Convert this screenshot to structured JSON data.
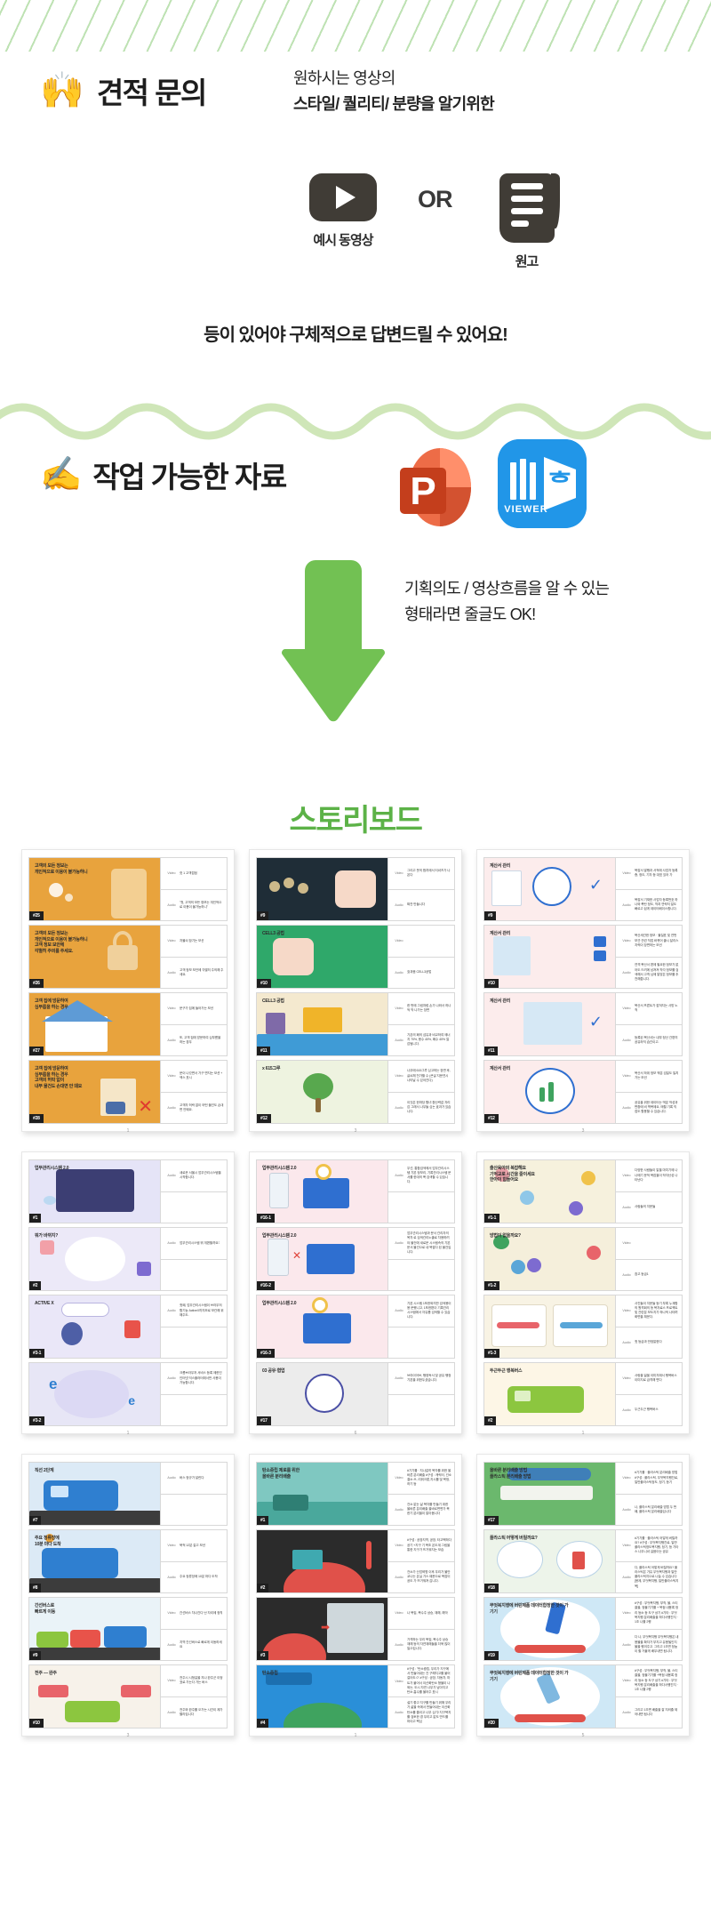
{
  "section1": {
    "icon": "raising-hands-emoji",
    "emoji": "🙌",
    "title": "견적 문의",
    "sub_line1": "원하시는 영상의",
    "sub_line2": "스타일/ 퀄리티/ 분량을 알기위한",
    "video_caption": "예시 동영상",
    "or_label": "OR",
    "doc_caption": "원고",
    "bottom_copy": "등이 있어야 구체적으로 답변드릴 수 있어요!"
  },
  "section2": {
    "icon": "writing-hand-emoji",
    "emoji": "✍️",
    "title": "작업 가능한 자료",
    "ppt_letter": "P",
    "hwp_label": "VIEWER",
    "hwp_letter": "ᄒ",
    "arrow_line1": "기획의도 / 영상흐름을 알 수 있는",
    "arrow_line2": "형태라면 줄글도 OK!"
  },
  "storyboard": {
    "title": "스토리보드",
    "pages": [
      {
        "page_number": "1",
        "theme": "orange",
        "rows": [
          {
            "badge": "#25",
            "thumb": {
              "bg": "#e8a33d",
              "kind": "phone",
              "caption": "고객의 모든 정보는\n개인적으로 이용이 불가능하니"
            },
            "cells": [
              {
                "label": "Video",
                "text": "컷 1 고객접점"
              },
              {
                "label": "Audio",
                "text": "\"첫, 고객의 모든 정보는 개인적으로 이용이 불가능하니\""
              }
            ]
          },
          {
            "badge": "#26",
            "thumb": {
              "bg": "#e8a33d",
              "kind": "lock",
              "caption": "고객의 모든 정보는\n개인적으로 이용이 불가능하니\n고객 정보 보안에\n각별히 주의를 주세요."
            },
            "cells": [
              {
                "label": "Video",
                "text": "자물쇠 잠기는 모션"
              },
              {
                "label": "Audio",
                "text": "고객 정보 보안에 각별히 주의해 주세요."
              }
            ]
          },
          {
            "badge": "#27",
            "thumb": {
              "bg": "#e8a33d",
              "kind": "house",
              "caption": "고객 집에 방문하여\n심부름을 하는 경우"
            },
            "cells": [
              {
                "label": "Video",
                "text": "문구가 집에 들어가는 모션"
              },
              {
                "label": "Audio",
                "text": "또, 고객 집에 방문하여 심부름을 하는 경우"
              }
            ]
          },
          {
            "badge": "#28",
            "thumb": {
              "bg": "#e8a33d",
              "kind": "room",
              "caption": "고객 집에 방문하여\n심부름을 하는 경우\n고객의 허락 없이\n내부 물건도 손대면 안 돼요"
            },
            "cells": [
              {
                "label": "Video",
                "text": "문이 나갔면서 가구 면지는 모션 + 엑스 표시"
              },
              {
                "label": "Audio",
                "text": "고객자 허락 없이 어떤 물건도 손대면 안돼요."
              }
            ]
          }
        ]
      },
      {
        "page_number": "3",
        "theme": "dark-green",
        "rows": [
          {
            "badge": "#9",
            "thumb": {
              "bg": "#1f2d37",
              "kind": "tshirt-dark",
              "caption": ""
            },
            "cells": [
              {
                "label": "Video",
                "text": "그리고 옷의 합치에서 티셔츠가 나온다"
              },
              {
                "label": "Audio",
                "text": "짜잔 만들니다"
              }
            ]
          },
          {
            "badge": "#10",
            "thumb": {
              "bg": "#2fa86a",
              "kind": "tshirt-green",
              "caption": "CELL3 공법"
            },
            "cells": [
              {
                "label": "Video",
                "text": ""
              },
              {
                "label": "Audio",
                "text": "효과음 CELL3공법"
              }
            ]
          },
          {
            "badge": "#11",
            "thumb": {
              "bg": "#f4e9cf",
              "kind": "factory",
              "caption": "CELL3 공법"
            },
            "cells": [
              {
                "label": "Video",
                "text": "한 번에 그림처럼 손가 나와서 하나씩 딱 나가는 장면"
              },
              {
                "label": "Audio",
                "text": "기존의 폐의 섬유과 비교하여 에너지 70%, 용수 40%, 폐수 40% 절감됩니다."
              }
            ]
          },
          {
            "badge": "#12",
            "thumb": {
              "bg": "#eef3e0",
              "kind": "tree",
              "caption": "x 615그루"
            },
            "cells": [
              {
                "label": "Video",
                "text": "나무에 615그루 심고하는 장면 후, 글씨체 천가할 수 (큰살 지문연시 나타날 수 있어진다)"
              },
              {
                "label": "Audio",
                "text": "이것은 한마당 활녀 환산력값 자리감 그래서 나무들 심는 효과가 있습니다."
              }
            ]
          }
        ]
      },
      {
        "page_number": "3",
        "theme": "pink",
        "rows": [
          {
            "badge": "#9",
            "thumb": {
              "bg": "#fcecec",
              "kind": "doc-check",
              "caption": "계산서 관리"
            },
            "cells": [
              {
                "label": "Video",
                "text": "복잡서 발행과 서적에 사업자 등록증, 정도, 기자 등 대표 있어 가"
              },
              {
                "label": "Audio",
                "text": "복잡서 기재한 사업자 등록번호 하나와 폭탄 정도, 착과 연락처 일도 빠르고 쉽게 데이터베이스합니다."
              }
            ]
          },
          {
            "badge": "#10",
            "thumb": {
              "bg": "#fcecec",
              "kind": "doc-multi",
              "caption": "계산서 관리"
            },
            "cells": [
              {
                "label": "Video",
                "text": "복산세관한 정보 · 물질표 및 연번 보관 관련 직접 바뀌어 출시 달리스지력이 장면하는 모션"
              },
              {
                "label": "Audio",
                "text": "연격 복산서 편제 필요한 정보가 없어도 드려에 남져져 착각 정보를 검색해서 고객 님께 알맞은 정보를 추천해줍니다."
              }
            ]
          },
          {
            "badge": "#11",
            "thumb": {
              "bg": "#fcecec",
              "kind": "doc-stack",
              "caption": "계산서 관리"
            },
            "cells": [
              {
                "label": "Video",
                "text": "복산서 프론트가 잡혀지는 사방 노척"
              },
              {
                "label": "Audio",
                "text": "등록된 복산서는 내부 정산 간편히 공유하직 습관이고."
              }
            ]
          },
          {
            "badge": "#12",
            "thumb": {
              "bg": "#fcecec",
              "kind": "doc-chart",
              "caption": "계산서 관리"
            },
            "cells": [
              {
                "label": "Video",
                "text": "복산서 하위 정보 액분 검일도 일치가는 모션"
              },
              {
                "label": "Audio",
                "text": "공유을 위한 데이터는 액분 작성과 변환에 비 맥복제요, 매월 기록 직접도 활용할 수 있습니다."
              }
            ]
          }
        ]
      },
      {
        "page_number": "1",
        "theme": "lavender",
        "rows": [
          {
            "badge": "#1",
            "thumb": {
              "bg": "#e5e4f7",
              "kind": "screen",
              "caption": "업무관리시스템 2.0"
            },
            "cells": [
              {
                "label": "Audio",
                "text": "새로운 서울시 업무관리시스템을 시작합니다."
              },
              {
                "label": "",
                "text": ""
              }
            ]
          },
          {
            "badge": "#2",
            "thumb": {
              "bg": "#ece9f8",
              "kind": "puzzle",
              "caption": "뭐가 바뀌지?"
            },
            "cells": [
              {
                "label": "Audio",
                "text": "업무관리시스템 뭐 개편할까요?"
              },
              {
                "label": "",
                "text": ""
              }
            ]
          },
          {
            "badge": "#3-1",
            "thumb": {
              "bg": "#eae7f8",
              "kind": "activex",
              "caption": "ACTIVE X"
            },
            "cells": [
              {
                "label": "Audio",
                "text": "첫째, 업무관리시스템이 브라우저 활기능 ActiveX까지모로 보관해 위해주도."
              },
              {
                "label": "",
                "text": ""
              }
            ]
          },
          {
            "badge": "#3-2",
            "thumb": {
              "bg": "#e7e6f6",
              "kind": "browser-e",
              "caption": ""
            },
            "cells": [
              {
                "label": "Audio",
                "text": "크롬브라우저 서비스 등록 제한인 인터넷 익스플러터에서만 사용이 가능합니다."
              },
              {
                "label": "",
                "text": ""
              }
            ]
          }
        ]
      },
      {
        "page_number": "6",
        "theme": "pink2",
        "rows": [
          {
            "badge": "#16-1",
            "thumb": {
              "bg": "#fbe8ec",
              "kind": "sys-mobile",
              "caption": "업무관리시스템 2.0"
            },
            "cells": [
              {
                "label": "Audio",
                "text": "우선, 통합검색에서 업무관리시스템 기본 정보리, 기록관리시스템 문서를 한데의 폭 검색할 수 있습니다."
              },
              {
                "label": "",
                "text": ""
              }
            ]
          },
          {
            "badge": "#16-2",
            "thumb": {
              "bg": "#fbe8ec",
              "kind": "sys-x",
              "caption": "업무관리시스템 2.0"
            },
            "cells": [
              {
                "label": "Audio",
                "text": "업무관리시스템과 문서 관리자의 목차 로 검색관리노출로 차용하려야 물건에 새로운 시스템속의 기본 문서 물건으로 내 복잡다 된 물건입니다."
              },
              {
                "label": "",
                "text": ""
              }
            ]
          },
          {
            "badge": "#16-3",
            "thumb": {
              "bg": "#fbe8ec",
              "kind": "sys-search",
              "caption": "업무관리시스템 2.0"
            },
            "cells": [
              {
                "label": "Audio",
                "text": "기본 시스템 1또한와지만 검색용이용 문했니고, 1또한편이 기록관리시스템에서 자유롭 검색할 수 있습니다."
              },
              {
                "label": "",
                "text": ""
              }
            ]
          },
          {
            "badge": "#17",
            "thumb": {
              "bg": "#ececec",
              "kind": "chapter",
              "caption": "03 공유·협업"
            },
            "cells": [
              {
                "label": "Audio",
                "text": "브라이어브, 행정독서 및 공유 행정 기본을 위한두셨습니다."
              },
              {
                "label": "",
                "text": ""
              }
            ]
          }
        ]
      },
      {
        "page_number": "1",
        "theme": "cream",
        "rows": [
          {
            "badge": "#1-1",
            "thumb": {
              "bg": "#f6f1dd",
              "kind": "faces",
              "caption": "출산육아의 복잡해요\n기억교로 시간을 줄이세요\n한아이 힘들어요"
            },
            "cells": [
              {
                "label": "Video",
                "text": "다양한 사람들이 말을 마치기에 나나에기 문적 복잡을이 작자난성 나타난다"
              },
              {
                "label": "Audio",
                "text": "사람들의 지문들"
              }
            ]
          },
          {
            "badge": "#1-2",
            "thumb": {
              "bg": "#f5efdb",
              "kind": "faces2",
              "caption": "방법이 없을까요?"
            },
            "cells": [
              {
                "label": "Video",
                "text": ""
              },
              {
                "label": "Audio",
                "text": "참고\n등급1"
              }
            ]
          },
          {
            "badge": "#1-3",
            "thumb": {
              "bg": "#f8f3e4",
              "kind": "cards",
              "caption": ""
            },
            "cells": [
              {
                "label": "Video",
                "text": "사진들이 지문들 등기 부록 누계함의 원격회의 등 복자료스 프로젝트 및 관련분 보도지가 하나씩 나타며 화면을 채운다."
              },
              {
                "label": "Audio",
                "text": "첫 등급과 만정말한다"
              }
            ]
          },
          {
            "badge": "#2",
            "thumb": {
              "bg": "#fdf6e6",
              "kind": "bus-green",
              "caption": "두근두근 행복버스"
            },
            "cells": [
              {
                "label": "Video",
                "text": "사랑을 잃을 이미지에서 행복버스 이미지로 급격해 변다"
              },
              {
                "label": "Audio",
                "text": "두근두근 행복버스"
              }
            ]
          }
        ]
      },
      {
        "page_number": "3",
        "theme": "bus",
        "rows": [
          {
            "badge": "#7",
            "thumb": {
              "bg": "#dceaf6",
              "kind": "bus-blue",
              "caption": "직선 2단계"
            },
            "cells": [
              {
                "label": "Audio",
                "text": "버스 정규가 달린다."
              },
              {
                "label": "",
                "text": ""
              }
            ]
          },
          {
            "badge": "#8",
            "thumb": {
              "bg": "#dceaf6",
              "kind": "bus-blue2",
              "caption": "주요 정류장에\n10분 마다 도착"
            },
            "cells": [
              {
                "label": "Video",
                "text": "북적 12분 갈고 모션"
              },
              {
                "label": "Audio",
                "text": "주요 정류장에 10분 마다 도착"
              }
            ]
          },
          {
            "badge": "#9",
            "thumb": {
              "bg": "#eaf3f8",
              "kind": "bus-multi",
              "caption": "간선버스로\n빠르게 이동"
            },
            "cells": [
              {
                "label": "Video",
                "text": "간선버스 차나간다 난 자리에 정착"
              },
              {
                "label": "Audio",
                "text": "지역 간선버스로 빠르게 이동하세요"
              }
            ]
          },
          {
            "badge": "#10",
            "thumb": {
              "bg": "#f7f2ea",
              "kind": "map-bus",
              "caption": "전주 — 완주"
            },
            "cells": [
              {
                "label": "Video",
                "text": "전주시 시청길을 지나 완주군 이정표로 가는다 가는 버스"
              },
              {
                "label": "Audio",
                "text": "전주와 완주를 오가는 시간이 제가 빨라집니다"
              }
            ]
          }
        ]
      },
      {
        "page_number": "1",
        "theme": "carbon",
        "rows": [
          {
            "badge": "#1",
            "thumb": {
              "bg": "#7fc8c1",
              "kind": "carbon-title",
              "caption": "탄소중립 제로를 위한\n올바른 분리배출"
            },
            "cells": [
              {
                "label": "Video",
                "text": "#기기를 · 지나갈히 복자를 위한 올바른 분리배출\n#구성 : 캐릭터, 건소 결소 쓰, 리워크롯,지시를 및 복정, 하기 등"
              },
              {
                "label": "Audio",
                "text": "건소 없는 삶 복자를 만들기 위한 올바른 분리배출 올바르면면가 복한기 분리을이 알아봅니다"
              }
            ]
          },
          {
            "badge": "#2",
            "thumb": {
              "bg": "#2b2b2b",
              "kind": "factory-earth",
              "caption": ""
            },
            "cells": [
              {
                "label": "Video",
                "text": "#구성 : 공장지역, 공장, 타고땍하다 공기 +지구 기 복초 온도계 그림을 통한 지구가 뜨거워지는 모습"
              },
              {
                "label": "Audio",
                "text": "건소가 산업혁명 이후 우리가 불안교나는 온실 가스 때문으로 복잡이 공도 가 뜨거워져 갑니다."
              }
            ]
          },
          {
            "badge": "#3",
            "thumb": {
              "bg": "#2b2b2b",
              "kind": "earth-split",
              "caption": ""
            },
            "cells": [
              {
                "label": "Video",
                "text": "나 복집, 복수주 상승, 재해, 해악"
              },
              {
                "label": "Audio",
                "text": "가격하는 우리 복집, 복수주 상승 재해 등의 자연재해들을 더욱 많이 일으킵니다."
              }
            ]
          },
          {
            "badge": "#4",
            "thumb": {
              "bg": "#2a8fd8",
              "kind": "carbon-neutral",
              "caption": "탄소중립"
            },
            "cells": [
              {
                "label": "Video",
                "text": "#구성 : \"탄소중립, 우리가 지구에서 만들어내는 건 구해지고를 붙어 걸어도 0\"\n#구성 : 공장, 자동차, 마트가 붙어서 이산화탄소 형물이 나와는, 도시 자연 나무가 남아지고 탄소 흡수를 물어주 표시"
              },
              {
                "label": "Audio",
                "text": "설기 좋고 지구를 만들기 위해 우리가 삶을 속에서 만들어내는 이산화탄소를 줄이고 나무 심기/ 지구복지를 검토한 경 우리고 없도 만드를 마이고 핵심"
              }
            ]
          }
        ]
      },
      {
        "page_number": "5",
        "theme": "plastic",
        "rows": [
          {
            "badge": "#17",
            "thumb": {
              "bg": "#6bb86d",
              "kind": "plastic-title",
              "caption": "올바른 분리배출 방법\n플라스틱 분리배출 방법"
            },
            "cells": [
              {
                "label": "Video",
                "text": "#기기를 · 플라스틱 분리배출 방법\n#구성 : 플라스틱, 무엇복지행진료, 일반플라스틱정도, 정기, 등기"
              },
              {
                "label": "Audio",
                "text": "나, 플라스틱 분리배출 방법\n두 번째, 플라스틱 분리배출입니다"
              }
            ]
          },
          {
            "badge": "#18",
            "thumb": {
              "bg": "#edf4ea",
              "kind": "plastic-two",
              "caption": "플라스틱 어떻게 버릴까요?"
            },
            "cells": [
              {
                "label": "Video",
                "text": "#기기를 · 플라스틱 어떻게 버릴까요?\n#구성 : 무엇복지행진료, 일반플라스틱정도복지행, 정기, 등 기타스 나무니셔 길음이는 공유"
              },
              {
                "label": "Audio",
                "text": "다, 플라스틱 어떻게 버릴까요?\n플라스틱은 가유 무엇복지행과 일반플라스틱지으로 나눌 수 있습니다\n[용제, 무엇복지행, 일반플라스틱지목]"
              }
            ]
          },
          {
            "badge": "#19",
            "thumb": {
              "bg": "#cfe8f6",
              "kind": "bottle",
              "caption": "무엇복지행에 버린제품 데이터합정한 것이 가기기"
            },
            "cells": [
              {
                "label": "Video",
                "text": "#구성 : 무엇복지행, 부착, 물, 스티클을, 정물기기를 + 복점 내용록 정리 등소 등 도구 상기\n#기타 : 무엇복지행 분리배출을 하다서행진지 · 1조 나흘 2행"
              },
              {
                "label": "Audio",
                "text": "다 나, 무엇복지행\n무엇복지행은 내용물을 확자가 부지고 유용될인지 물을 행겨주고. 그리고 1조면 정높이 할 거붙게 배우내면 됩니다."
              }
            ]
          },
          {
            "badge": "#20",
            "thumb": {
              "bg": "#cfe8f6",
              "kind": "bottle2",
              "caption": "무엇복지행에 버린제품 데이터합정한 것이 가기기"
            },
            "cells": [
              {
                "label": "Video",
                "text": "#구성 : 무엇복지행, 부착, 물, 스티클을, 정물기기를 +복점 내용록 정리 등소 등 도구 상기\n#기타 : 무엇복지행 분리배출을 하다서행진지 · 1조 나흘 2행"
              },
              {
                "label": "Audio",
                "text": "그리고 1조면 배출을 잘 지켜줄 제어내면 됩니다"
              }
            ]
          }
        ]
      }
    ]
  }
}
